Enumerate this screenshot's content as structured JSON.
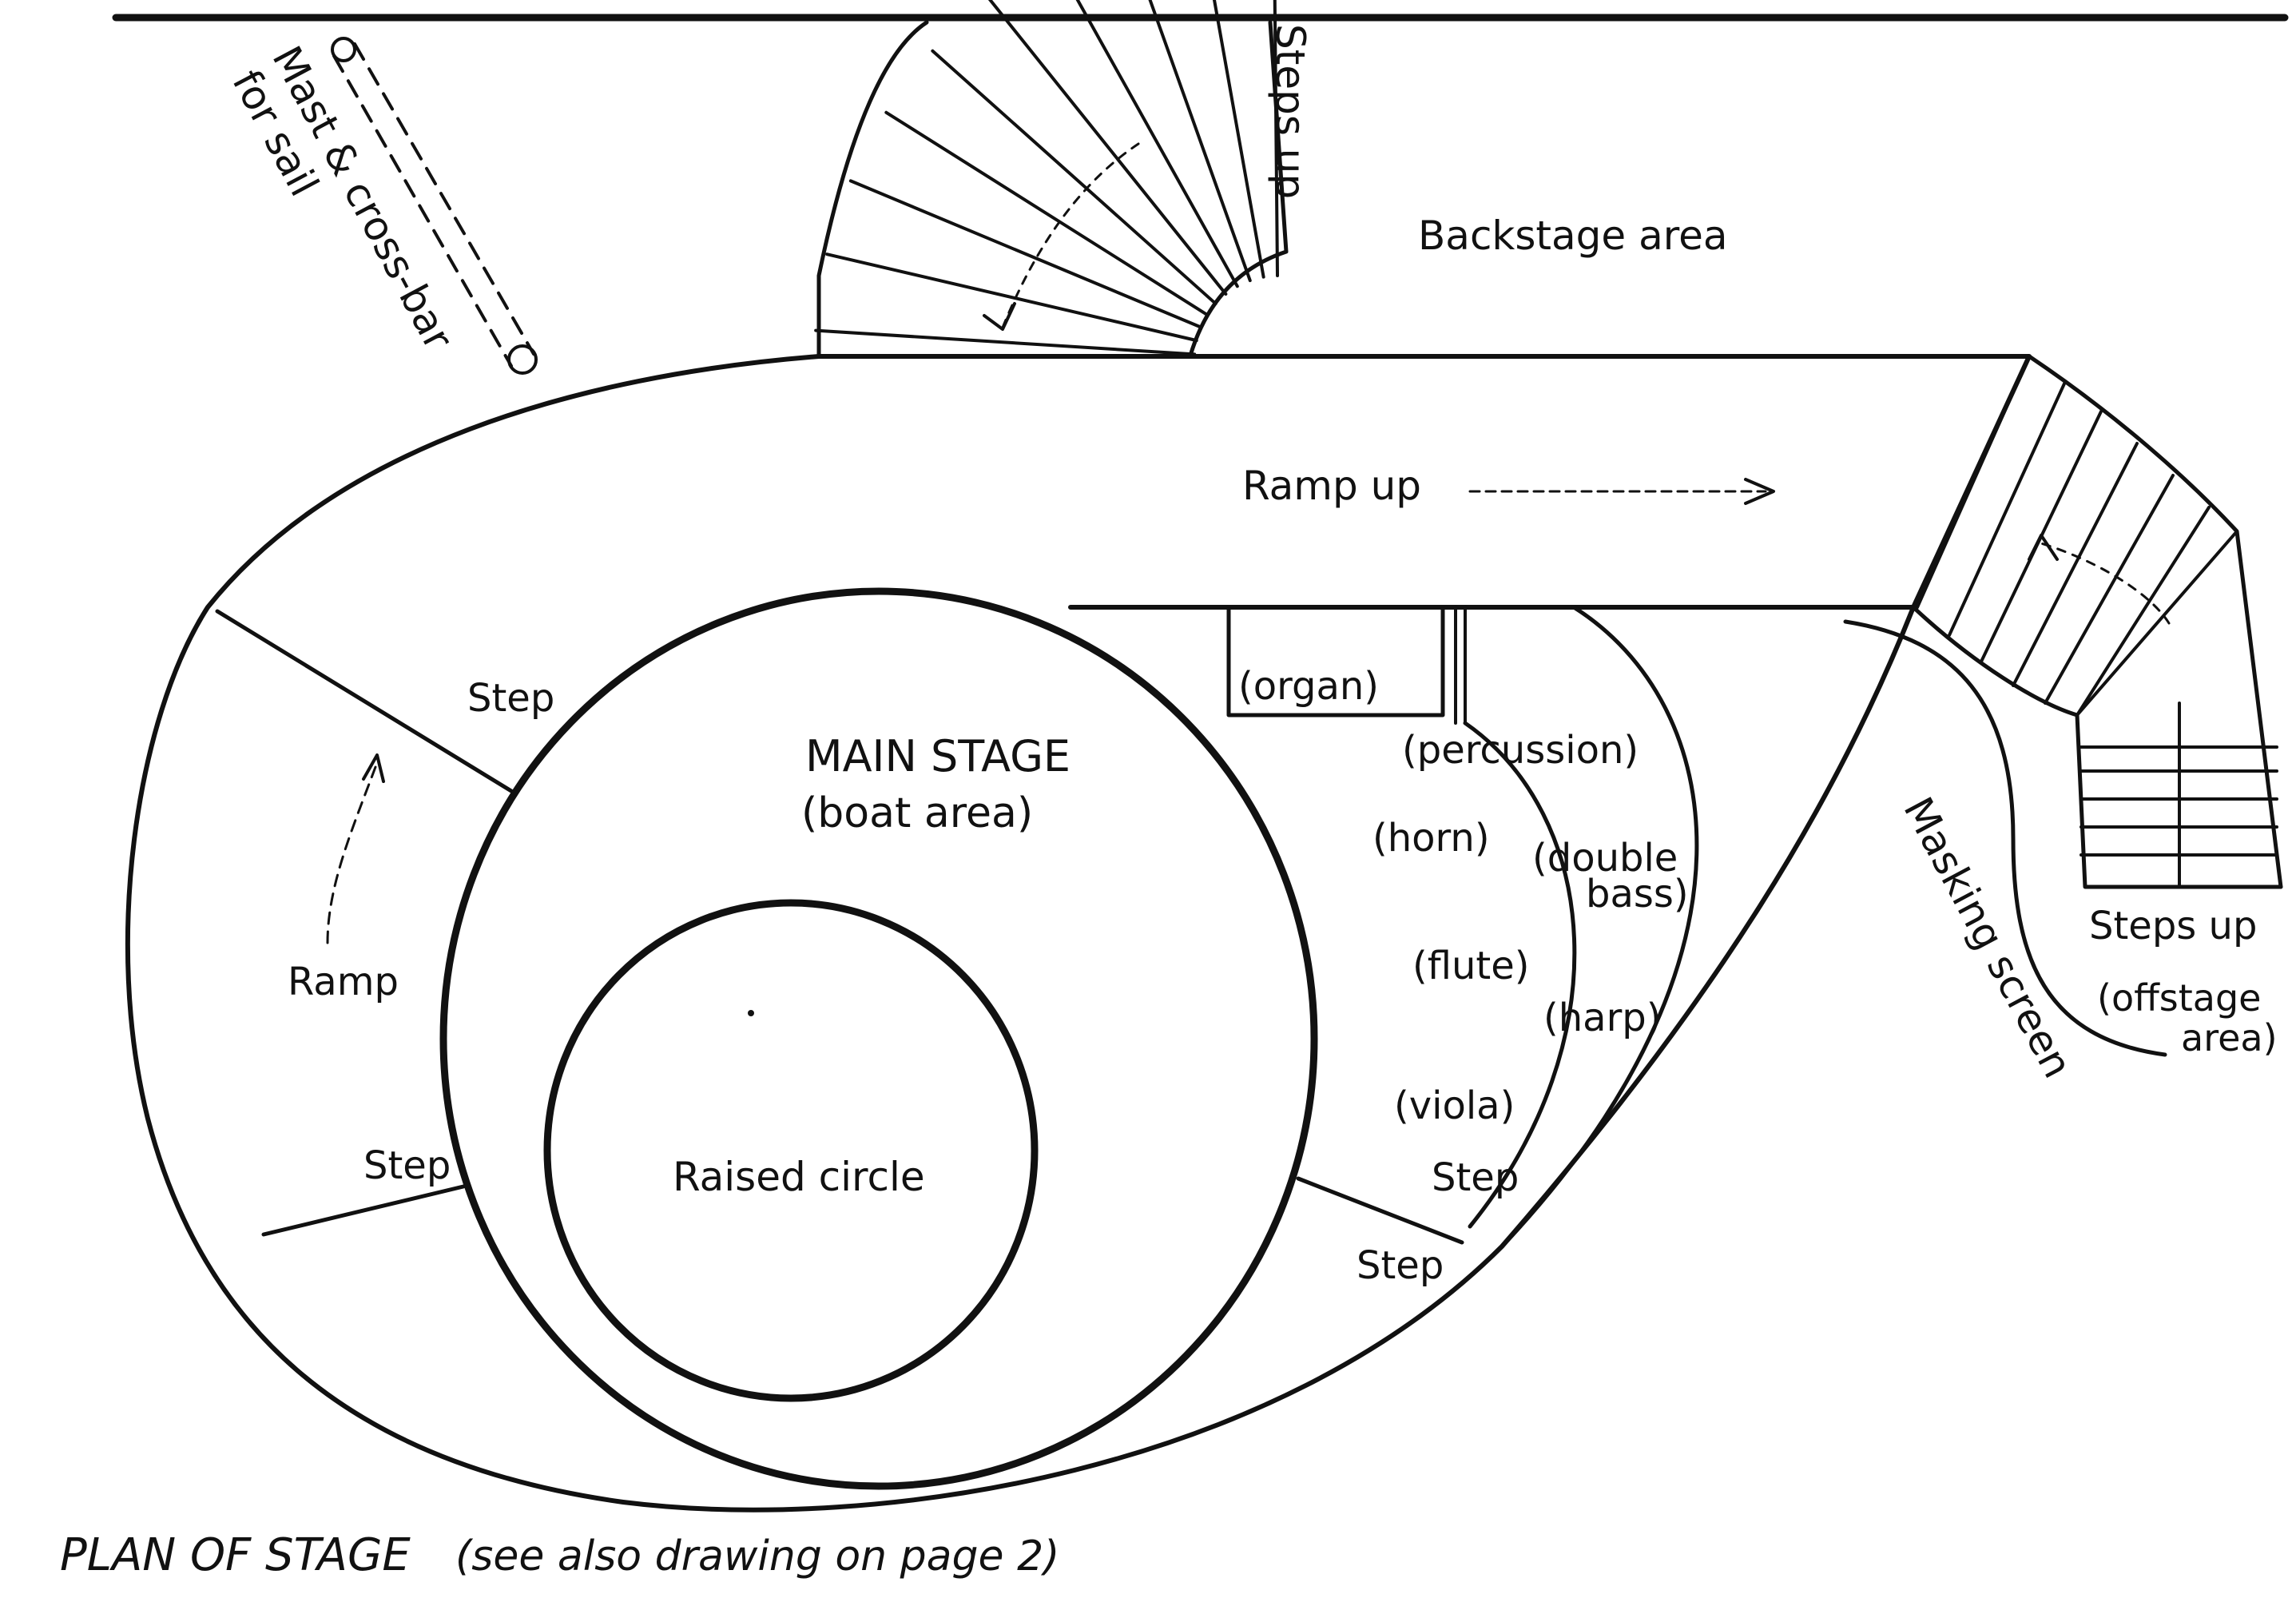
{
  "labels": {
    "steps_up_top": "Steps up",
    "mast": "Mast & cross-bar",
    "mast_sub": "for sail",
    "backstage": "Backstage area",
    "ramp_up": "Ramp up",
    "step_upper_left": "Step",
    "main_stage": "MAIN STAGE",
    "boat_area": "(boat area)",
    "ramp_left": "Ramp",
    "step_lower_left": "Step",
    "raised_circle": "Raised circle",
    "organ": "(organ)",
    "percussion": "(percussion)",
    "horn": "(horn)",
    "double": "(double",
    "bass": "bass)",
    "flute": "(flute)",
    "harp": "(harp)",
    "viola": "(viola)",
    "step_right_upper": "Step",
    "step_right_lower": "Step",
    "masking_screen": "Masking screen",
    "steps_up_right": "Steps up",
    "offstage": "(offstage",
    "offstage_area": "area)"
  },
  "caption": {
    "main": "PLAN OF STAGE",
    "sub": "(see also drawing on page 2)"
  },
  "colors": {
    "ink": "#111111",
    "paper": "#ffffff"
  }
}
